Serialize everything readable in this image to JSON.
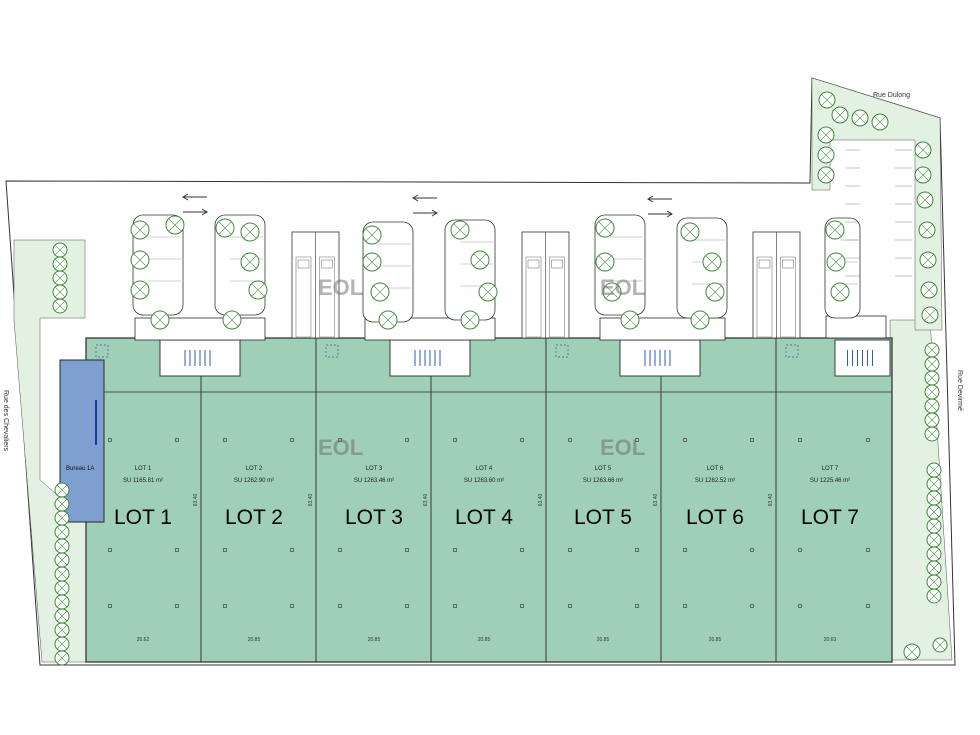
{
  "streets": {
    "north": "Rue Dulong",
    "east": "Rue Devirmé",
    "west": "Rue des Chevaliers"
  },
  "watermark": "EOL",
  "office": {
    "label": "Bureau 1A"
  },
  "lots": [
    {
      "id": "lot-1",
      "label": "LOT 1",
      "small": "LOT 1",
      "area": "SU 1165.81 m²",
      "width_dim": "20.62"
    },
    {
      "id": "lot-2",
      "label": "LOT 2",
      "small": "LOT 2",
      "area": "SU 1262.90 m²",
      "width_dim": "20.85"
    },
    {
      "id": "lot-3",
      "label": "LOT 3",
      "small": "LOT 3",
      "area": "SU 1263.46 m²",
      "width_dim": "20.85"
    },
    {
      "id": "lot-4",
      "label": "LOT 4",
      "small": "LOT 4",
      "area": "SU 1263.60 m²",
      "width_dim": "20.85"
    },
    {
      "id": "lot-5",
      "label": "LOT 5",
      "small": "LOT 5",
      "area": "SU 1263.66 m²",
      "width_dim": "20.85"
    },
    {
      "id": "lot-6",
      "label": "LOT 6",
      "small": "LOT 6",
      "area": "SU 1262.52 m²",
      "width_dim": "20.85"
    },
    {
      "id": "lot-7",
      "label": "LOT 7",
      "small": "LOT 7",
      "area": "SU 1225.46 m²",
      "width_dim": "20.63"
    }
  ],
  "depth_dim": "63.40",
  "colors": {
    "warehouse": "#9fcfb7",
    "office": "#7f9fd0",
    "green_strip": "#e3f1e2",
    "tree": "#3f8a3a",
    "outline": "#2a2a2a"
  }
}
